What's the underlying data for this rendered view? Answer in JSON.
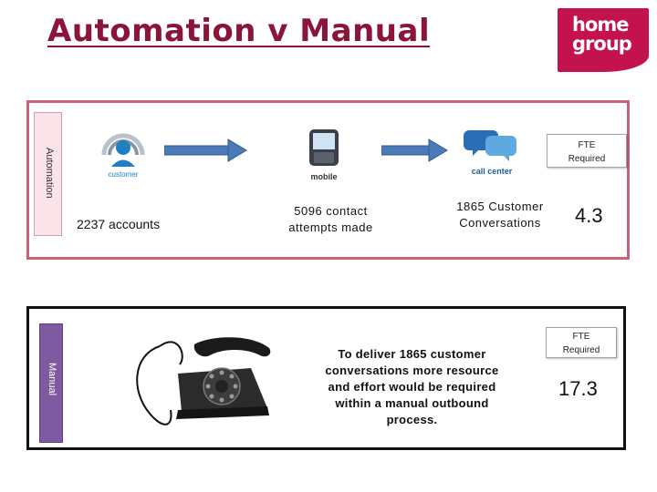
{
  "header": {
    "title": "Automation v Manual",
    "logo_line1": "home",
    "logo_line2": "group"
  },
  "automation": {
    "side_label": "Automation",
    "customer_icon_label": "customer",
    "mobile_icon_label": "mobile",
    "callcenter_icon_label": "call center",
    "accounts_text": "2237  accounts",
    "attempts_line1": "5096 contact",
    "attempts_line2": "attempts made",
    "conversations_line1": "1865 Customer",
    "conversations_line2": "Conversations",
    "fte_line1": "FTE",
    "fte_line2": "Required",
    "fte_value": "4.3"
  },
  "manual": {
    "side_label": "Manual",
    "description_line1": "To deliver 1865 customer",
    "description_line2": "conversations more resource",
    "description_line3": "and effort would be required",
    "description_line4": "within a manual outbound",
    "description_line5": "process.",
    "fte_line1": "FTE",
    "fte_line2": "Required",
    "fte_value": "17.3"
  },
  "colors": {
    "title": "#8b1538",
    "logo_bg": "#c4124e",
    "automation_border": "#c96177",
    "manual_tab": "#7e5aa0",
    "arrow_fill": "#4a7ab8"
  },
  "icons": [
    "customer-icon",
    "mobile-phone-icon",
    "call-center-icon",
    "arrow-right-icon",
    "rotary-telephone-icon"
  ]
}
